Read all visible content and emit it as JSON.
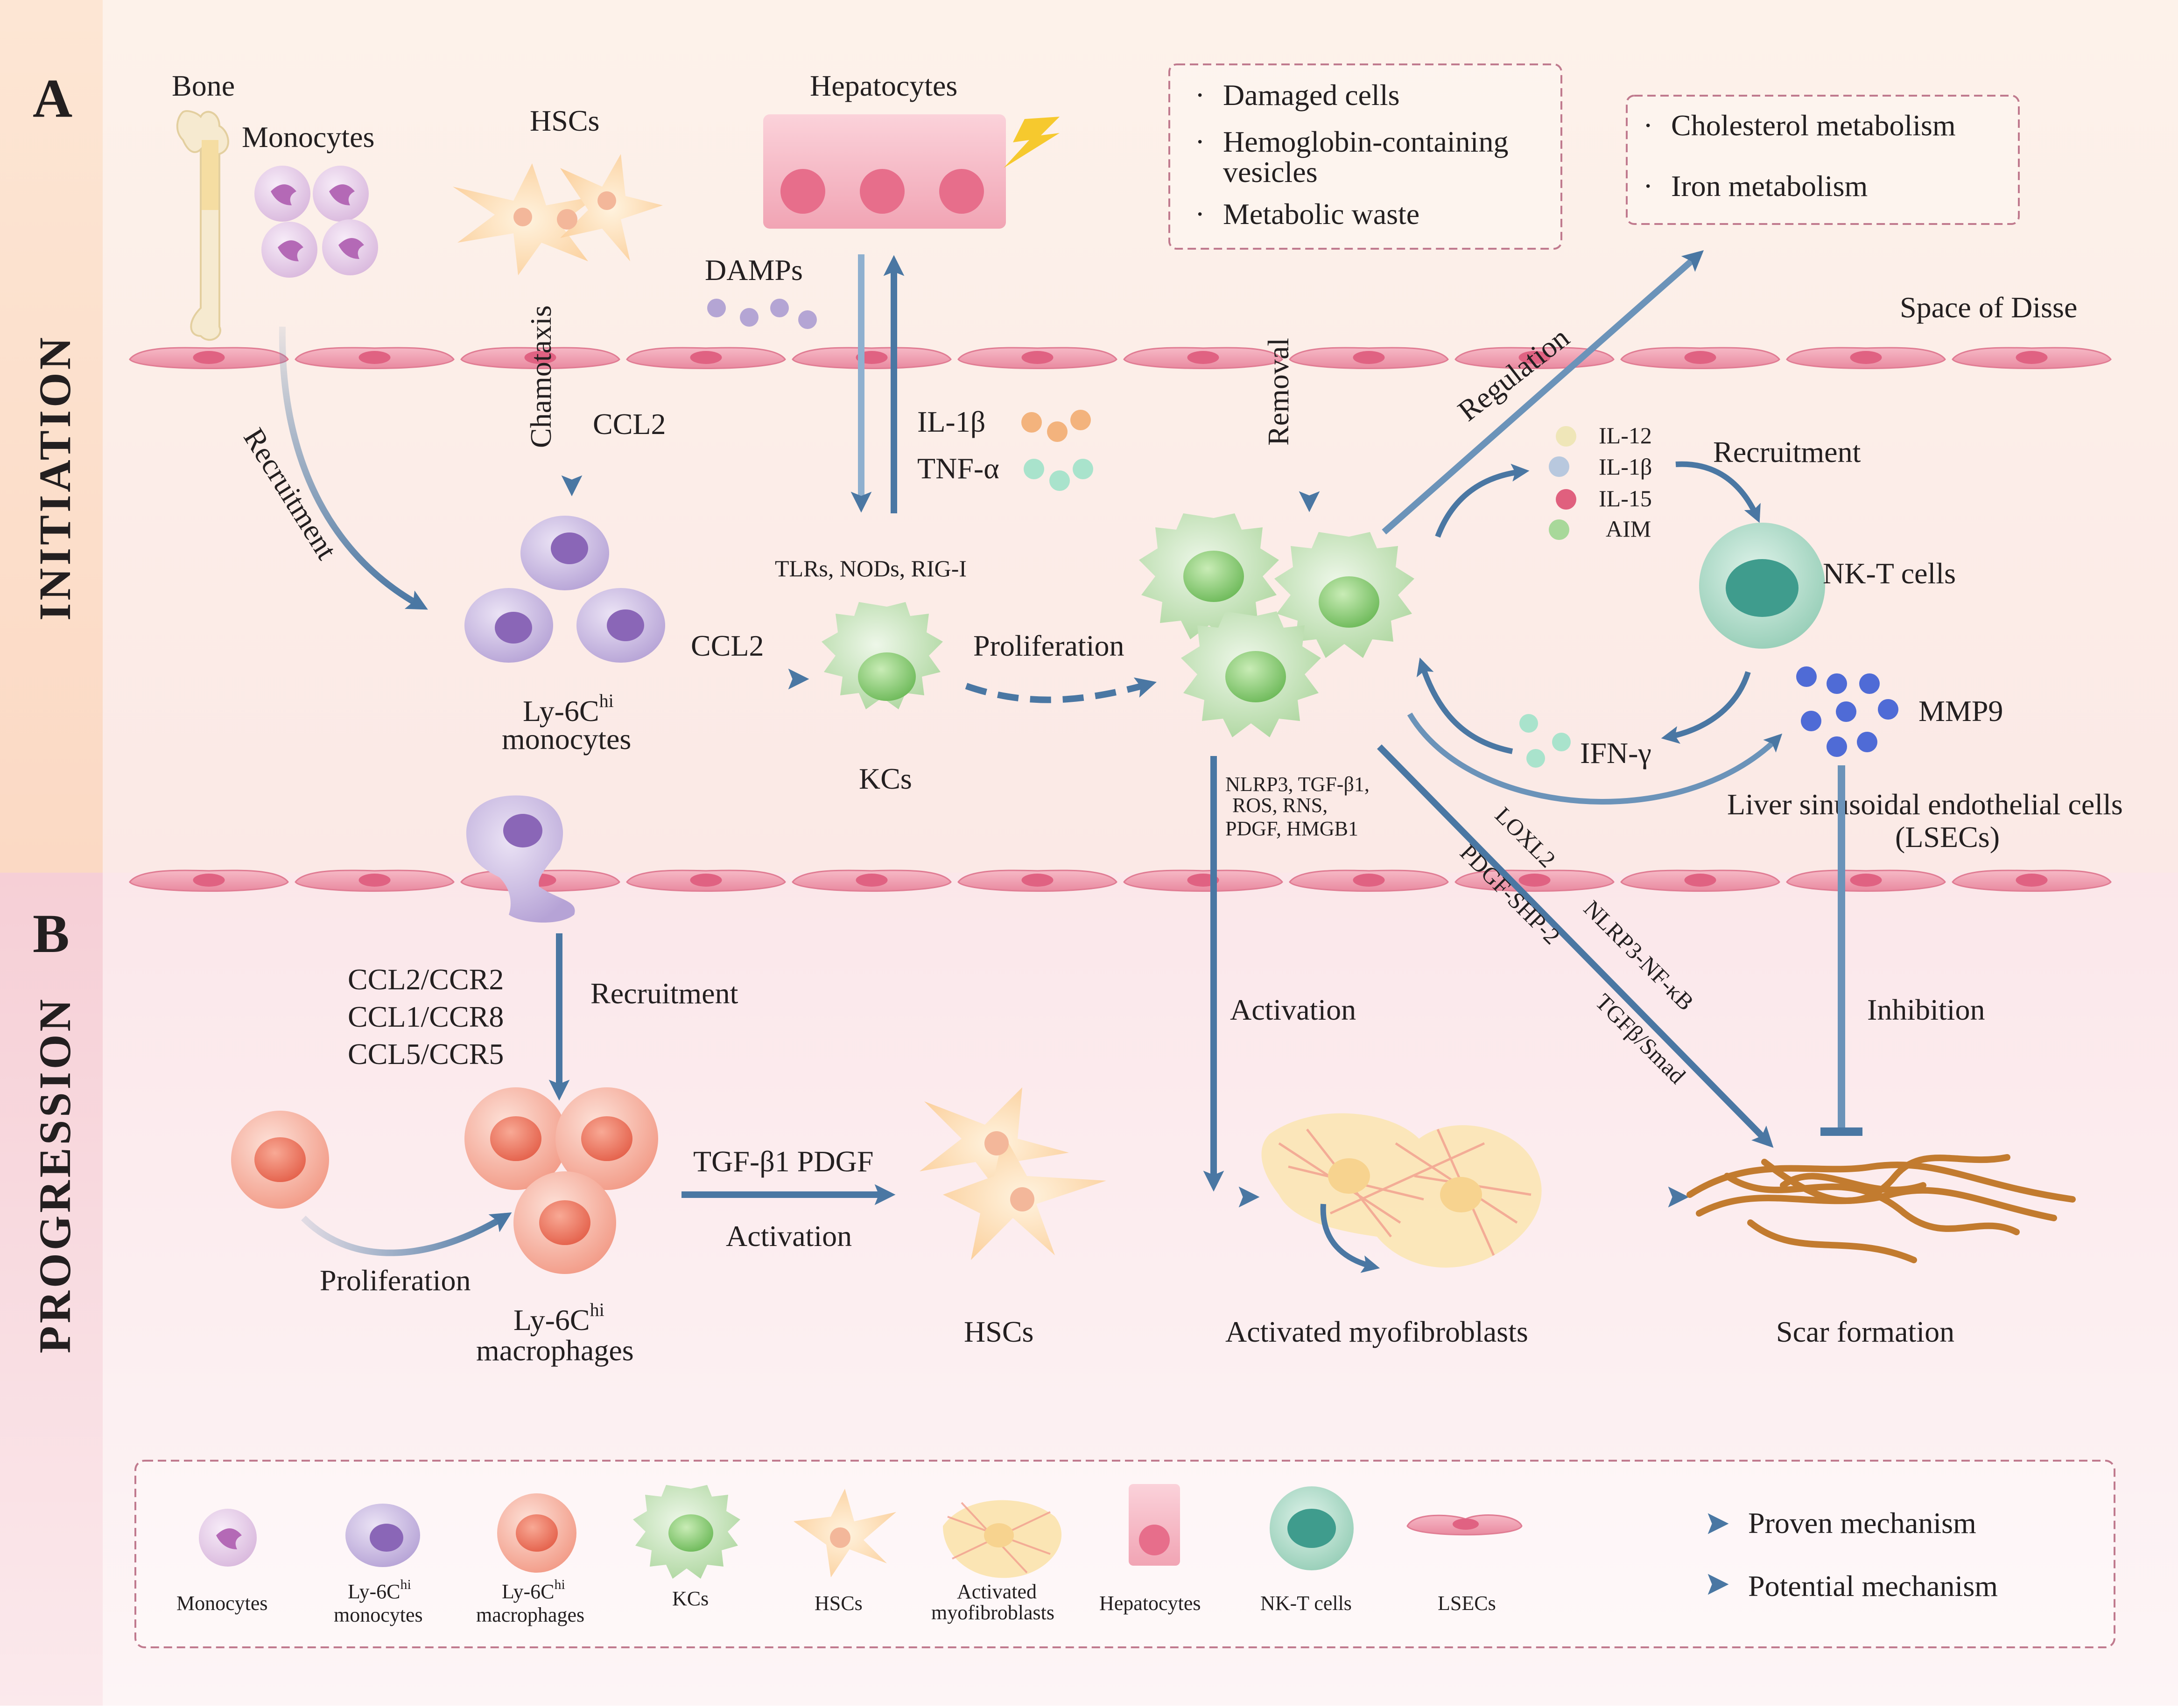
{
  "panels": {
    "a_letter": "A",
    "b_letter": "B",
    "initiation": "INITIATION",
    "progression": "PROGRESSION"
  },
  "labels": {
    "bone": "Bone",
    "monocytes": "Monocytes",
    "hscs_top": "HSCs",
    "hepatocytes": "Hepatocytes",
    "damps": "DAMPs",
    "space_of_disse": "Space of Disse",
    "chemotaxis": "Chamotaxis",
    "ccl2_vertical": "CCL2",
    "recruitment_curve": "Recruitment",
    "il1b": "IL-1β",
    "tnfa": "TNF-α",
    "receptors": "TLRs,  NODs, RIG-I",
    "ccl2_horizontal": "CCL2",
    "ly6c_monocytes_1": "Ly-6C",
    "ly6c_monocytes_sup": "hi",
    "ly6c_monocytes_2": "monocytes",
    "kcs": "KCs",
    "proliferation_top": "Proliferation",
    "removal": "Removal",
    "regulation": "Regulation",
    "recruitment_nkt": "Recruitment",
    "nkt_cells": "NK-T cells",
    "ifn_gamma": "IFN-γ",
    "mmp9": "MMP9",
    "lsecs_1": "Liver sinusoidal endothelial cells",
    "lsecs_2": "(LSECs)",
    "mediators_1": "NLRP3,  TGF-β1,",
    "mediators_2": "ROS,       RNS,",
    "mediators_3": "PDGF,    HMGB1",
    "loxl2": "LOXL2",
    "pdgf_shp2": "PDGF-SHP-2",
    "nlrp3_nfkb": "NLRP3-NF-κB",
    "tgfb_smad": "TGFβ/Smad",
    "activation_mid": "Activation",
    "inhibition": "Inhibition",
    "recruitment_b": "Recruitment",
    "chemokine_1": "CCL2/CCR2",
    "chemokine_2": "CCL1/CCR8",
    "chemokine_3": "CCL5/CCR5",
    "proliferation_b": "Proliferation",
    "ly6c_mac_1": "Ly-6C",
    "ly6c_mac_sup": "hi",
    "ly6c_mac_2": "macrophages",
    "tgf_pdgf": "TGF-β1  PDGF",
    "activation_b": "Activation",
    "hscs_bottom": "HSCs",
    "activated_myo": "Activated myofibroblasts",
    "scar": "Scar formation"
  },
  "box_removal": [
    "Damaged cells",
    "Hemoglobin-containing",
    "vesicles",
    "Metabolic waste"
  ],
  "box_regulation": [
    "Cholesterol  metabolism",
    "Iron metabolism"
  ],
  "cytokines": [
    {
      "label": "IL-12",
      "color": "#efe6b8"
    },
    {
      "label": "IL-1β",
      "color": "#b8c8de"
    },
    {
      "label": "IL-15",
      "color": "#e0607e"
    },
    {
      "label": "AIM",
      "color": "#a8d89a"
    }
  ],
  "legend": {
    "items": [
      {
        "label": "Monocytes"
      },
      {
        "label": "Ly-6C",
        "sup": "hi",
        "label2": "monocytes"
      },
      {
        "label": "Ly-6C",
        "sup": "hi",
        "label2": "macrophages"
      },
      {
        "label": "KCs"
      },
      {
        "label": "HSCs"
      },
      {
        "label": "Activated",
        "label2": "myofibroblasts"
      },
      {
        "label": "Hepatocytes"
      },
      {
        "label": "NK-T cells"
      },
      {
        "label": "LSECs"
      }
    ],
    "proven": "Proven mechanism",
    "potential": "Potential mechanism"
  },
  "colors": {
    "arrow": "#4a77a3",
    "panel_a_band": "#fbe8d8",
    "panel_b_band": "#f7d4d9",
    "lsec": "#ef9fb0",
    "box_border": "#c07a8e"
  }
}
